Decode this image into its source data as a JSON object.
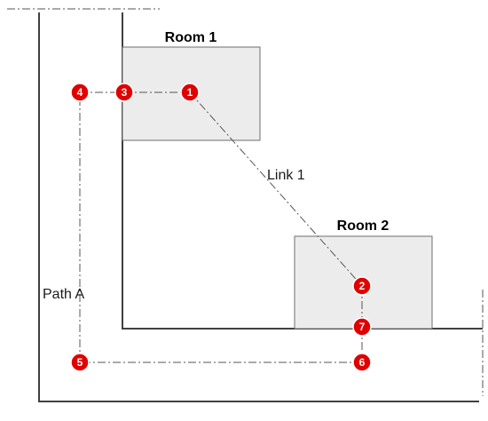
{
  "colors": {
    "wall": "#404040",
    "room_fill": "#ececec",
    "room_stroke": "#6e6e6e",
    "path_line": "#555555",
    "node_fill": "#e00000",
    "node_text": "#ffffff"
  },
  "rooms": [
    {
      "id": "room-1",
      "title": "Room 1"
    },
    {
      "id": "room-2",
      "title": "Room 2"
    }
  ],
  "labels": {
    "link": "Link 1",
    "path": "Path A"
  },
  "nodes": [
    {
      "id": "1",
      "label": "1"
    },
    {
      "id": "2",
      "label": "2"
    },
    {
      "id": "3",
      "label": "3"
    },
    {
      "id": "4",
      "label": "4"
    },
    {
      "id": "5",
      "label": "5"
    },
    {
      "id": "6",
      "label": "6"
    },
    {
      "id": "7",
      "label": "7"
    }
  ],
  "connections": [
    {
      "from": "4",
      "to": "3"
    },
    {
      "from": "3",
      "to": "1"
    },
    {
      "from": "1",
      "to": "2"
    },
    {
      "from": "2",
      "to": "7"
    },
    {
      "from": "7",
      "to": "6"
    },
    {
      "from": "6",
      "to": "5"
    },
    {
      "from": "5",
      "to": "4"
    }
  ]
}
